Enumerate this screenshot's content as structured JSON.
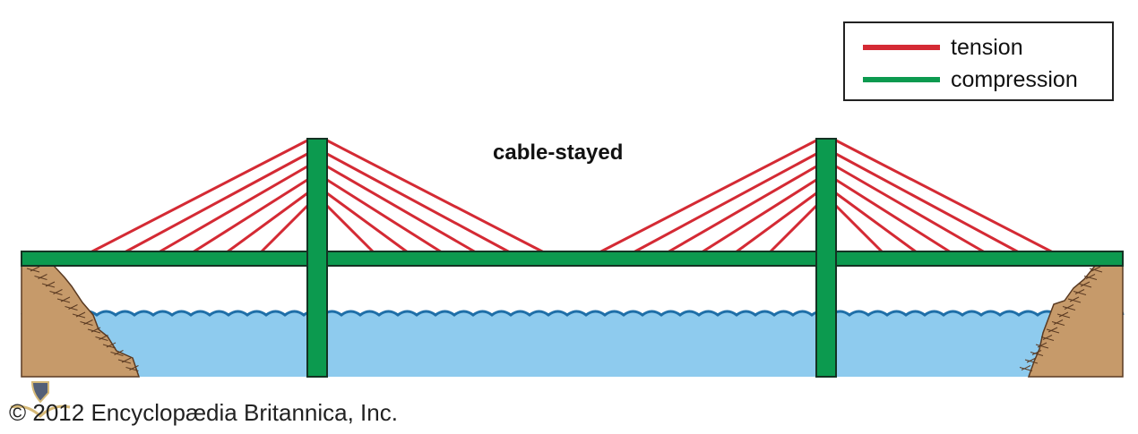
{
  "diagram": {
    "title": "cable-stayed",
    "legend": {
      "items": [
        {
          "label": "tension",
          "color": "#d42a34",
          "meaning": "cables"
        },
        {
          "label": "compression",
          "color": "#0c9a4f",
          "meaning": "deck and towers"
        }
      ]
    },
    "components": {
      "towers": 2,
      "cables_per_side": 6,
      "deck": "continuous road deck",
      "water": "river",
      "banks": [
        "left-bank",
        "right-bank"
      ]
    },
    "colors": {
      "tension": "#d42a34",
      "compression": "#0c9a4f",
      "outline": "#143223",
      "water": "#8ecbee",
      "wave": "#1f6fa8",
      "earth": "#c69a6a",
      "earth_hatch": "#5a3a22"
    }
  },
  "footer": {
    "copyright": "© 2012 Encyclopædia Britannica, Inc."
  }
}
